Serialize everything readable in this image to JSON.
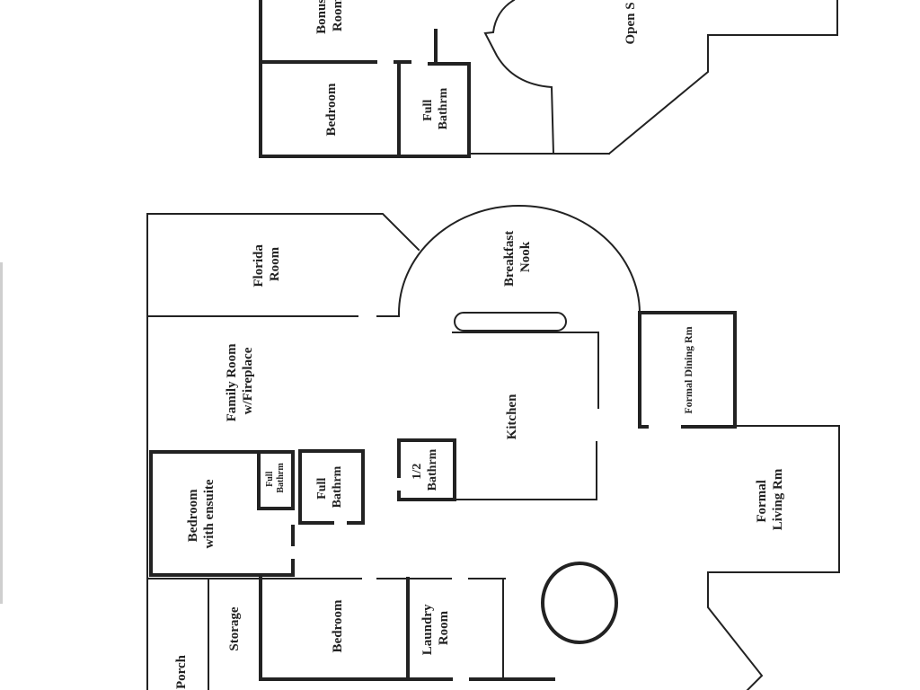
{
  "upper_floor": {
    "rooms": {
      "bonus_room": [
        "Bonus",
        "Room"
      ],
      "open_space": [
        "Open S"
      ],
      "bedroom": [
        "Bedroom"
      ],
      "full_bathroom": [
        "Full",
        "Bathrm"
      ]
    }
  },
  "main_floor": {
    "rooms": {
      "florida_room": [
        "Florida",
        "Room"
      ],
      "breakfast_nook": [
        "Breakfast",
        "Nook"
      ],
      "family_room": [
        "Family Room",
        "w/Fireplace"
      ],
      "kitchen": [
        "Kitchen"
      ],
      "formal_dining": [
        "Formal Dining Rm"
      ],
      "formal_living": [
        "Formal",
        "Living Rm"
      ],
      "half_bathroom": [
        "1/2",
        "Bathrm"
      ],
      "ensuite_bathroom": [
        "Full",
        "Bathrm"
      ],
      "full_bathroom": [
        "Full",
        "Bathrm"
      ],
      "bedroom_ensuite": [
        "Bedroom",
        "with ensuite"
      ],
      "storage": [
        "Storage"
      ],
      "bedroom": [
        "Bedroom"
      ],
      "laundry_room": [
        "Laundry",
        "Room"
      ],
      "porch": [
        "Porch"
      ]
    }
  },
  "colors": {
    "wall": "#222222",
    "background": "#ffffff"
  }
}
